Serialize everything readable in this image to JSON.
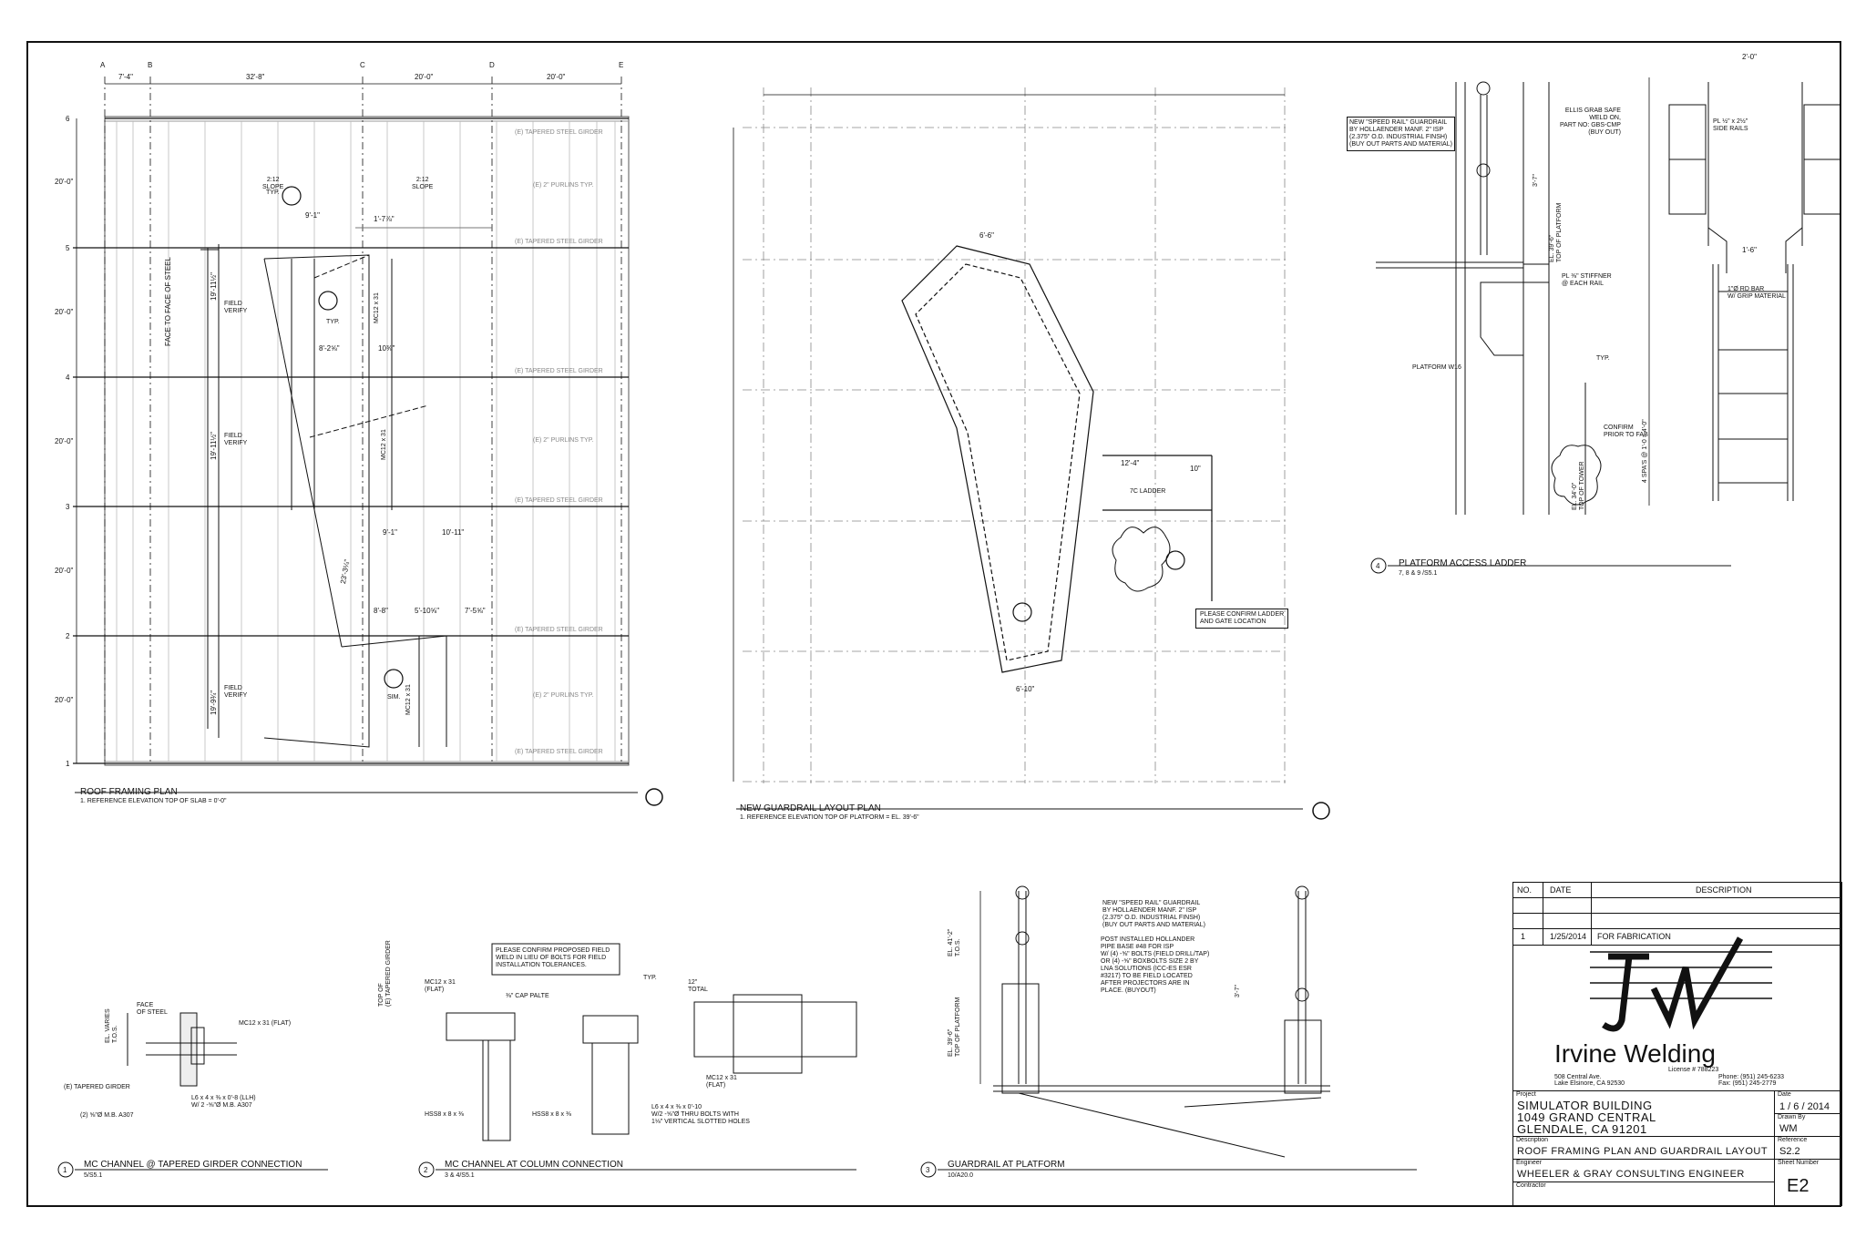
{
  "roof_plan": {
    "title": "ROOF FRAMING PLAN",
    "note": "1. REFERENCE ELEVATION TOP OF SLAB = 0'-0\"",
    "col_grid": [
      "A",
      "B",
      "C",
      "D",
      "E"
    ],
    "row_grid": [
      "6",
      "5",
      "4",
      "3",
      "2",
      "1"
    ],
    "col_dims": [
      "7'-4\"",
      "32'-8\"",
      "20'-0\"",
      "20'-0\""
    ],
    "row_dims": [
      "20'-0\"",
      "20'-0\"",
      "20'-0\"",
      "20'-0\"",
      "20'-0\""
    ],
    "tapered_girder": "(E) TAPERED STEEL GIRDER",
    "purlins": "(E) 2\" PURLINS TYP.",
    "slope_left": "2:12\nSLOPE",
    "slope_right": "2:12\nSLOPE",
    "face_of_steel": "FACE TO FACE OF STEEL",
    "field_verify": "FIELD\nVERIFY",
    "span_1": "19'-11½\"",
    "span_2": "19'-11½\"",
    "span_3": "19'-9¾\"",
    "dim_a": "9'-1\"",
    "dim_b": "1'-7⅞\"",
    "dim_c": "8'-2⅝\"",
    "dim_d": "10⅜\"",
    "dim_e": "9'-1\"",
    "dim_f": "10'-11\"",
    "dim_g": "8'-8\"",
    "dim_h": "5'-10⅝\"",
    "dim_i": "7'-5⅝\"",
    "mc": "MC12 x 31",
    "typ": "TYP.",
    "sim": "SIM.",
    "diag_len": "23'-3¼\""
  },
  "guardrail_plan": {
    "title": "NEW GUARDRAIL LAYOUT PLAN",
    "note": "1. REFERENCE ELEVATION TOP OF PLATFORM = EL. 39'-6\"",
    "ladder": "7C LADDER",
    "confirm": "PLEASE CONFIRM LADDER\nAND GATE LOCATION",
    "dim_a": "12'-4\"",
    "dim_b": "10\"",
    "dim_c": "6'-6\"",
    "dim_d": "6'-10\""
  },
  "ladder": {
    "title": "PLATFORM ACCESS LADDER",
    "ref": "7, 8 & 9 /S5.1",
    "num": "4",
    "note_speedrail": "NEW \"SPEED RAIL\" GUARDRAIL\nBY HOLLAENDER MANF. 2\" ISP\n(2.375\" O.D. INDUSTRIAL FINSH)\n(BUY OUT PARTS AND MATERIAL)",
    "note_grab": "ELLIS GRAB SAFE\nWELD ON,\nPART NO: GBS-CMP\n(BUY OUT)",
    "note_side": "PL ½\" x 2½\"\nSIDE RAILS",
    "note_stiff": "PL ⅜\" STIFFNER\n@ EACH RAIL",
    "note_bar": "1\"Ø RD BAR\nW/ GRIP MATERIAL",
    "note_w16": "PLATFORM W16",
    "note_confirm": "CONFIRM\nPRIOR TO FAB",
    "top_plat": "EL. 39'-6\"\nTOP OF PLATFORM",
    "top_tower": "EL. 34'-0\"\nTOP OF TOWER",
    "dim_w": "2'-0\"",
    "dim_in": "1'-6\"",
    "spa": "4 SPA'S @ 1'-0 = 4'-0\"",
    "dim_37": "3'-7\"",
    "typ": "TYP."
  },
  "detail1": {
    "num": "1",
    "title": "MC CHANNEL @ TAPERED GIRDER CONNECTION",
    "ref": "5/S5.1",
    "face": "FACE\nOF STEEL",
    "mc": "MC12 x 31 (FLAT)",
    "girder": "(E) TAPERED GIRDER",
    "angle": "L6 x 4 x ⅜ x 0'-8 (LLH)\nW/ 2 -⅝\"Ø M.B. A307",
    "bolts": "(2) ⅝\"Ø M.B. A307",
    "el": "EL. VARIES\nT.O.S."
  },
  "detail2": {
    "num": "2",
    "title": "MC CHANNEL AT COLUMN CONNECTION",
    "ref": "3 & 4/S5.1",
    "confirm": "PLEASE CONFIRM PROPOSED FIELD\nWELD IN LIEU OF BOLTS FOR FIELD\nINSTALLATION TOLERANCES.",
    "mc": "MC12 x 31\n(FLAT)",
    "cap": "⅜\" CAP PALTE",
    "hss1": "HSS8 x 8 x ⅜",
    "hss2": "HSS8 x 8 x ⅜",
    "angle": "L6 x 4 x ⅜ x 0'-10\nW/2 -⅝\"Ø THRU BOLTS WITH\n1⅛\" VERTICAL SLOTTED HOLES",
    "mc2": "MC12 x 31\n(FLAT)",
    "total": "12\"\nTOTAL",
    "top": "TOP OF\n(E) TAPERED GIRDER",
    "typ": "TYP."
  },
  "detail3": {
    "num": "3",
    "title": "GUARDRAIL AT PLATFORM",
    "ref": "10/A20.0",
    "speedrail": "NEW \"SPEED RAIL\" GUARDRAIL\nBY HOLLAENDER MANF. 2\" ISP\n(2.375\" O.D. INDUSTRIAL FINSH)\n(BUY OUT PARTS AND MATERIAL)",
    "post": "POST INSTALLED HOLLANDER\nPIPE BASE #48 FOR ISP\nW/ (4) -⅝\" BOLTS (FIELD DRILL/TAP)\nOR (4) -⅝\" BOXBOLTS SIZE 2 BY\nLNA SOLUTIONS (ICC-ES ESR\n#3217) TO BE FIELD LOCATED\nAFTER PROJECTORS ARE IN\nPLACE. (BUYOUT)",
    "el1": "EL. 41'-2\"\nT.O.S.",
    "el2": "EL. 39'-6\"\nTOP OF PLATFORM",
    "dim_37": "3'-7\""
  },
  "title_block": {
    "h_no": "NO.",
    "h_date": "DATE",
    "h_desc": "DESCRIPTION",
    "rev_no": "1",
    "rev_date": "1/25/2014",
    "rev_desc": "FOR FABRICATION",
    "company": "Irvine Welding",
    "license": "License # 788223",
    "address": "508 Central Ave.\nLake Elsinore, CA 92530",
    "phone": "Phone: (951) 245-6233\nFax: (951) 245-2779",
    "l_project": "Project",
    "project": "SIMULATOR BUILDING\n1049 GRAND CENTRAL\nGLENDALE, CA 91201",
    "l_date": "Date",
    "date": "1 / 6 / 2014",
    "l_drawn": "Drawn By",
    "drawn": "WM",
    "l_desc": "Description",
    "desc": "ROOF FRAMING PLAN AND GUARDRAIL LAYOUT",
    "l_ref": "Reference",
    "ref": "S2.2",
    "l_engineer": "Engineer",
    "engineer": "WHEELER & GRAY CONSULTING ENGINEER",
    "l_sheet": "Sheet Number",
    "sheet": "E2",
    "l_contractor": "Contractor"
  },
  "colors": {
    "line": "#111111",
    "grid": "#999999",
    "faint": "#bbbbbb"
  }
}
